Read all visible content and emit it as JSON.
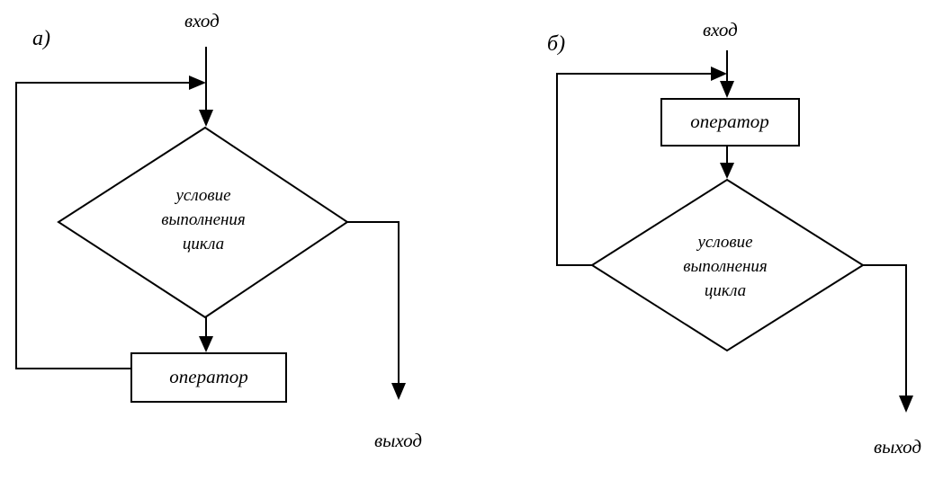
{
  "diagrams": [
    {
      "tag": "а)",
      "entry": "вход",
      "exit": "выход",
      "operator": "оператор",
      "condition": [
        "условие",
        "выполнения",
        "цикла"
      ]
    },
    {
      "tag": "б)",
      "entry": "вход",
      "exit": "выход",
      "operator": "оператор",
      "condition": [
        "условие",
        "выполнения",
        "цикла"
      ]
    }
  ],
  "colors": {
    "stroke": "#000000",
    "background": "#ffffff"
  }
}
